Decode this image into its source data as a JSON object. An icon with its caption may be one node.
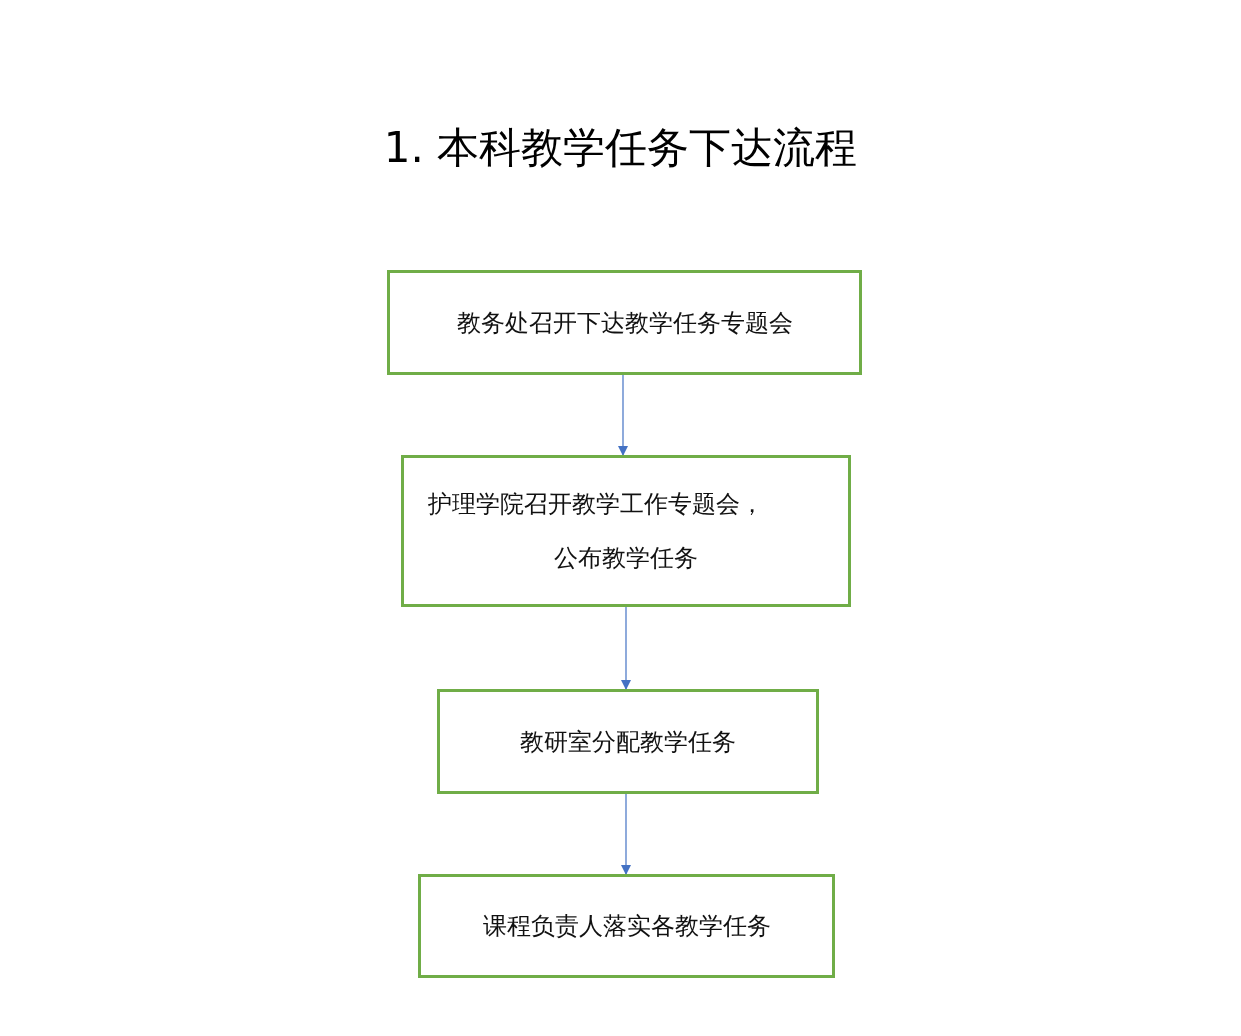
{
  "diagram": {
    "title": "1. 本科教学任务下达流程",
    "nodes": [
      {
        "text": [
          "教务处召开下达教学任务专题会"
        ]
      },
      {
        "text": [
          "护理学院召开教学工作专题会，",
          "公布教学任务"
        ]
      },
      {
        "text": [
          "教研室分配教学任务"
        ]
      },
      {
        "text": [
          "课程负责人落实各教学任务"
        ]
      }
    ],
    "edges": [
      {
        "from": 0,
        "to": 1,
        "arrow": "to"
      },
      {
        "from": 1,
        "to": 2,
        "arrow": "to"
      },
      {
        "from": 2,
        "to": 3,
        "arrow": "to"
      }
    ]
  }
}
